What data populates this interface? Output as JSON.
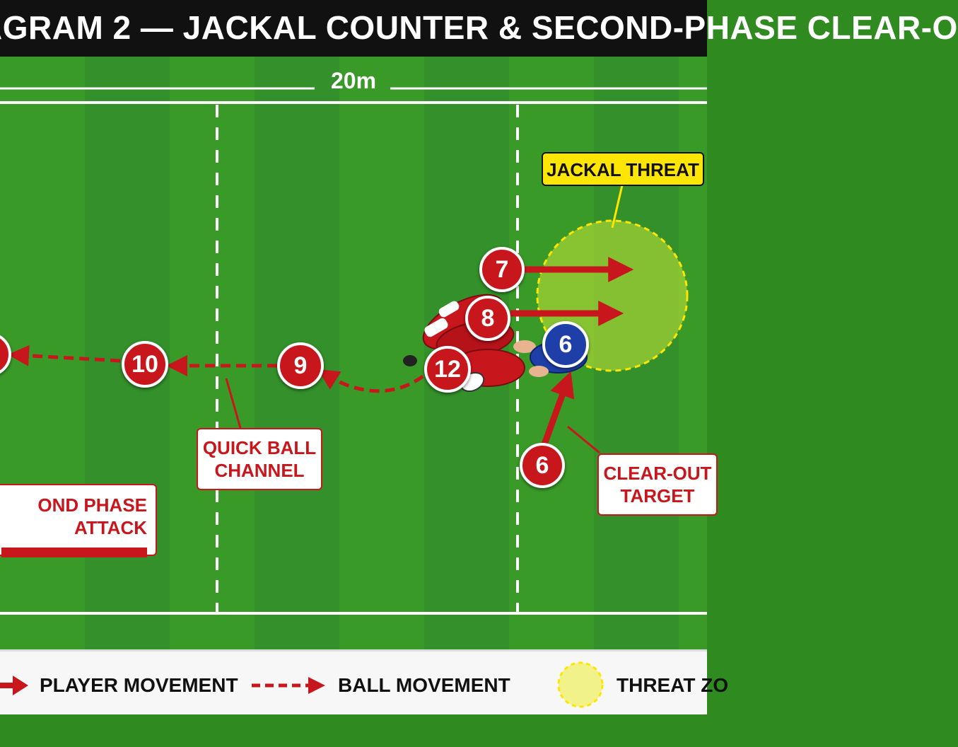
{
  "title": "AGRAM 2 — JACKAL COUNTER & SECOND-PHASE CLEAR-O",
  "dimension_label": "20m",
  "callouts": {
    "jackal_threat": "JACKAL THREAT",
    "quick_ball_line1": "QUICK BALL",
    "quick_ball_line2": "CHANNEL",
    "second_phase": "OND PHASE ATTACK",
    "clear_out_line1": "CLEAR-OUT",
    "clear_out_line2": "TARGET"
  },
  "players": {
    "p7": "7",
    "p8": "8",
    "p12": "12",
    "p9": "9",
    "p10": "10",
    "p6_attacker": "6",
    "p6_opponent": "6"
  },
  "legend": {
    "player_movement": "PLAYER MOVEMENT",
    "ball_movement": "BALL MOVEMENT",
    "threat_zone": "THREAT ZO"
  },
  "colors": {
    "attack_red": "#c8161d",
    "opponent_blue": "#1f3fa8",
    "threat_yellow": "#ffe600",
    "pitch_green": "#3a9a28"
  }
}
